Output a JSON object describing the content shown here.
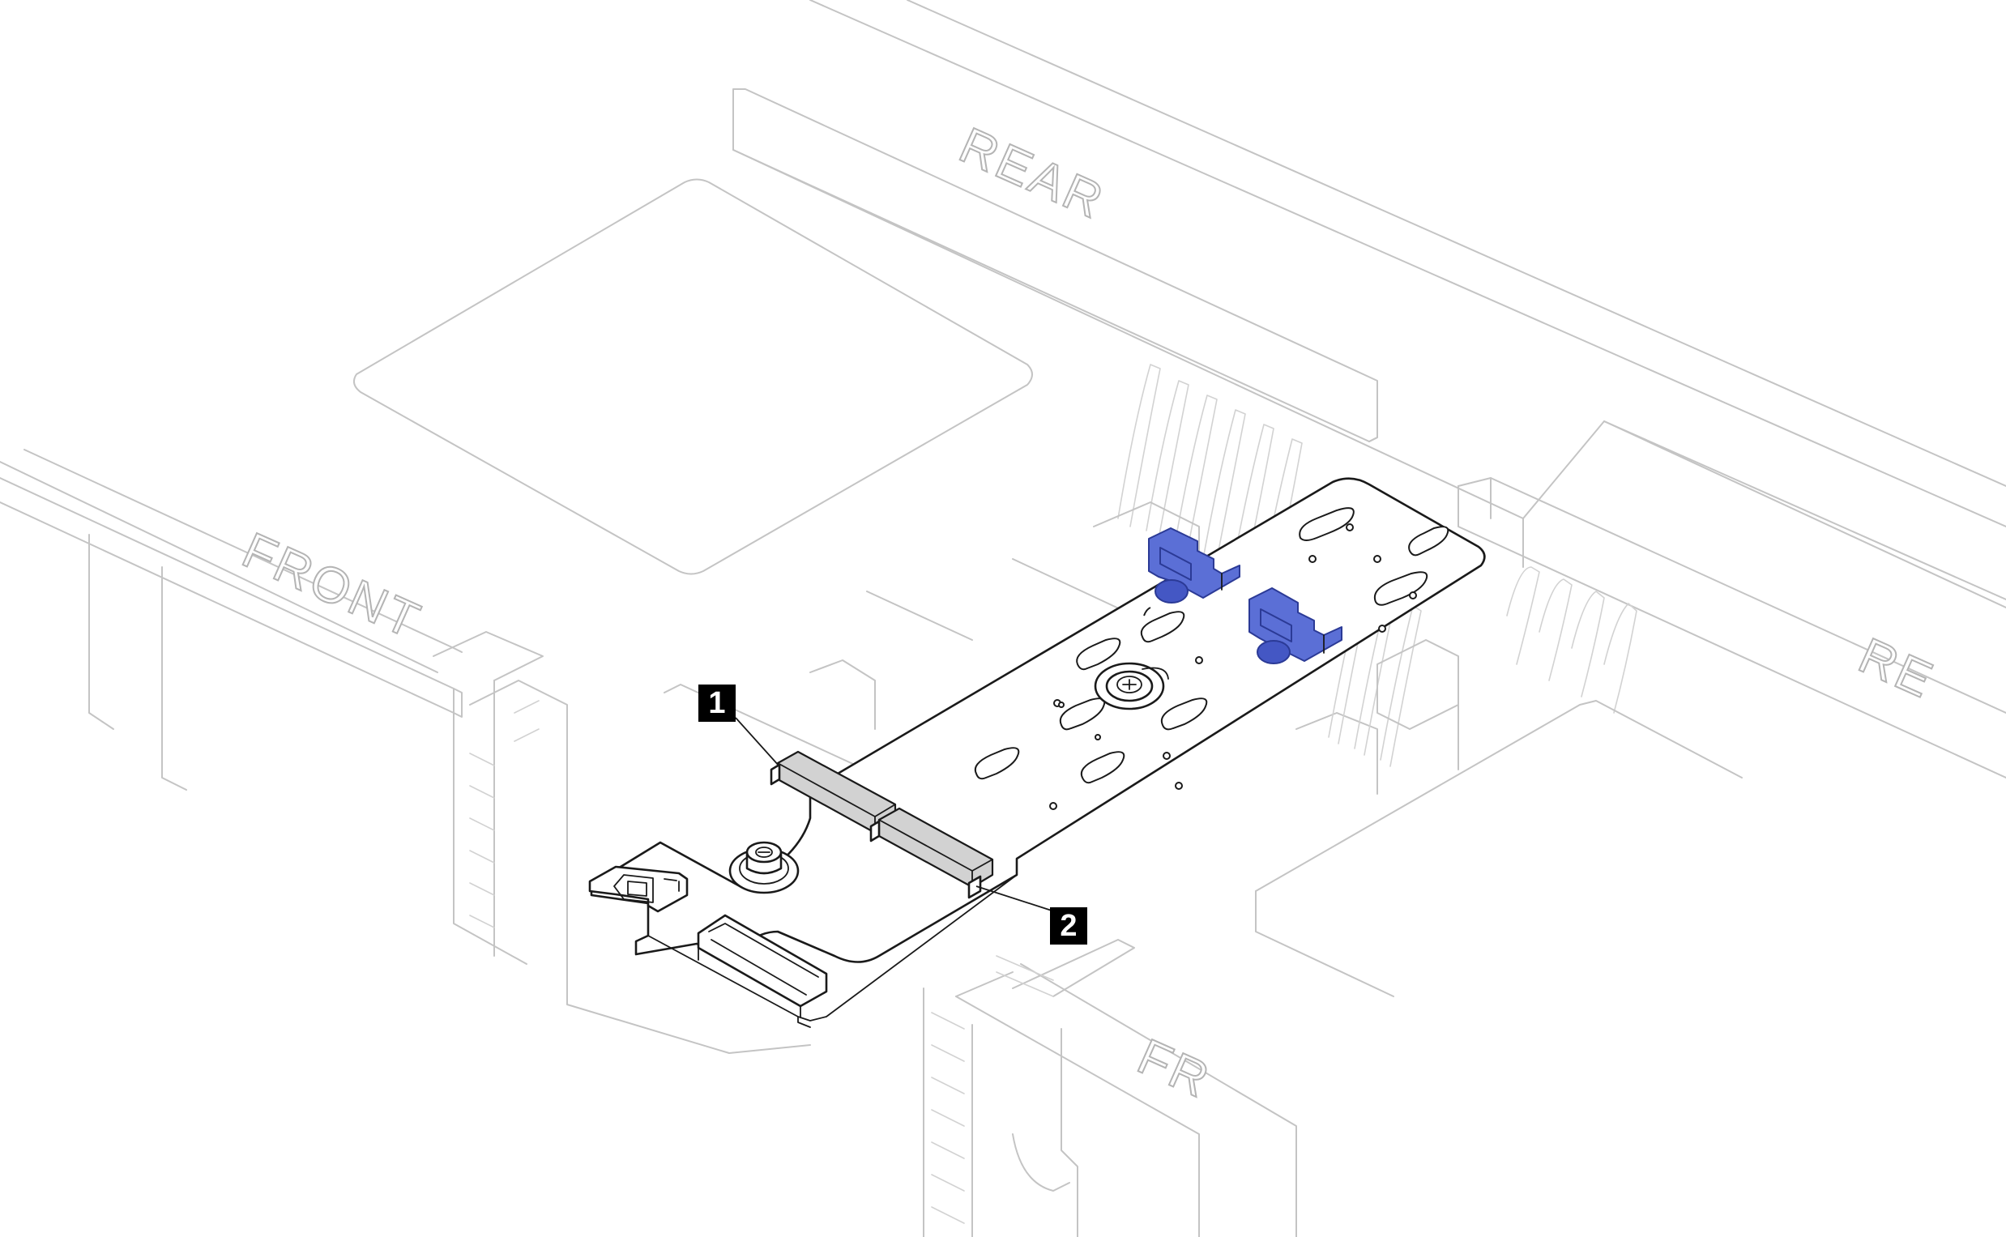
{
  "figure": {
    "orientation_labels": {
      "rear_top": "REAR",
      "front_left": "FRONT",
      "rear_right_partial": "RE",
      "front_right_partial": "FR"
    },
    "callouts": [
      {
        "number": "1"
      },
      {
        "number": "2"
      }
    ],
    "colors": {
      "retainer_latch": "#5b6fd6",
      "m2_slot": "#d2d2d2",
      "callout": "#000000",
      "chassis_ghost": "#c4c4c4"
    }
  }
}
